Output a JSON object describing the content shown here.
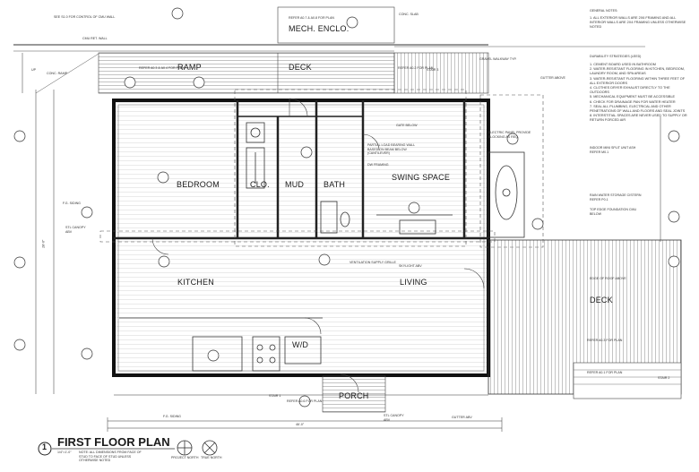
{
  "sheet": {
    "title": "FIRST FLOOR PLAN",
    "number": "1",
    "scale": "1/4\"=1'-0\"",
    "dimension_note": "NOTE: ALL DIMENSIONS FROM FACE OF STUD TO FACE OF STUD UNLESS OTHERWISE NOTED",
    "north_labels": [
      "PROJECT NORTH",
      "TRUE NORTH"
    ]
  },
  "rooms": {
    "bedroom": "BEDROOM",
    "closet": "CLO.",
    "mud": "MUD",
    "bath": "BATH",
    "swing_space": "SWING SPACE",
    "kitchen": "KITCHEN",
    "living": "LIVING",
    "wd": "W/D",
    "porch": "PORCH",
    "deck_east": "DECK",
    "ramp": "RAMP",
    "deck_north": "DECK",
    "mech": "MECH. ENCLO."
  },
  "callouts": {
    "cmu_wall": "SEE S1.0 FOR CONTROL OF CMU WALL",
    "cmu_ret_wall": "CMU RET. WALL",
    "conc_ramp": "CONC. RAMP",
    "up": "UP",
    "refer_ramp": "REFER A0.3 & A0.4 FOR PLAN",
    "refer_mech": "REFER A0.7 & A0.8 FOR PLAN",
    "conc_slab": "CONC. SLAB",
    "refer_stair": "REFER A0.2 FOR PLAN",
    "stair_upper": "STAIR 3",
    "gravel_walkway": "GRAVEL WALKWAY TYP.",
    "gutter_above": "GUTTER ABOVE",
    "electric_panel": "ELECTRIC PANEL PROVIDE BLOCKING AS REQ.",
    "indoor_unit": "INDOOR MINI SPLIT UNIT ASH REFER M0.1",
    "rain_water": "RAIN WATER STORAGE CISTERN REFER P0.1",
    "top_foundation": "TOP EDGE FOUNDATION CMU BELOW",
    "partial_load": "PARTIAL LOAD BEARING WALL BASED ON BEAM BELOW (CANTILEVER)",
    "dw_framing": "DW FRAMING",
    "ventilation": "VENTILATION SUPPLY GRILLE",
    "skylight": "SKYLIGHT ABV",
    "edge_roof": "EDGE OF ROOF ABOVE",
    "refer_deck": "REFER A0.3 FOR PLAN",
    "refer_stair1": "REFER A0.1 FOR PLAN",
    "stair1": "STAIR 1",
    "stair2": "STAIR 2",
    "fg_siding": "F.G. SIDING",
    "stl_canopy": "STL CANOPY ABV",
    "gutter_abv": "GUTTER ABV",
    "refer_porch": "REFER A0.6 FOR PLAN",
    "gate_below": "GATE BELOW"
  },
  "notes": {
    "general_title": "GENERAL NOTES:",
    "general": [
      "1. ALL EXTERIOR WALLS ARE 2X6 FRAMING AND ALL INTERIOR WALLS ARE 2X4 FRAMING UNLESS OTHERWISE NOTED"
    ],
    "durability_title": "DURABILITY STRATEGIES (LEED)",
    "durability": [
      "1. CEMENT BOARD USED IN BATHROOM",
      "2. WATER-RESISTANT FLOORING IN KITCHEN, BEDROOM, LAUNDRY ROOM, AND SPA AREAS",
      "3. WATER-RESISTANT FLOORING WITHIN THREE FEET OF ALL EXTERIOR DOORS",
      "4. CLOTHES DRYER EXHAUST DIRECTLY TO THE OUTDOORS",
      "5. MECHANICAL EQUIPMENT MUST BE ACCESSIBLE",
      "6. CHECK FOR DRAINAGE PAN FOR WATER HEATER",
      "7. SEAL ALL PLUMBING, ELECTRICAL AND OTHER PENETRATIONS OF WALL AND FLOORS AND SEAL JOINTS",
      "8. INTERSTITIAL SPACES ARE NEVER USED TO SUPPLY OR RETURN FORCED AIR"
    ]
  },
  "dimensions": {
    "overall_width": "46'-0\"",
    "overall_depth": "28'-0\""
  }
}
